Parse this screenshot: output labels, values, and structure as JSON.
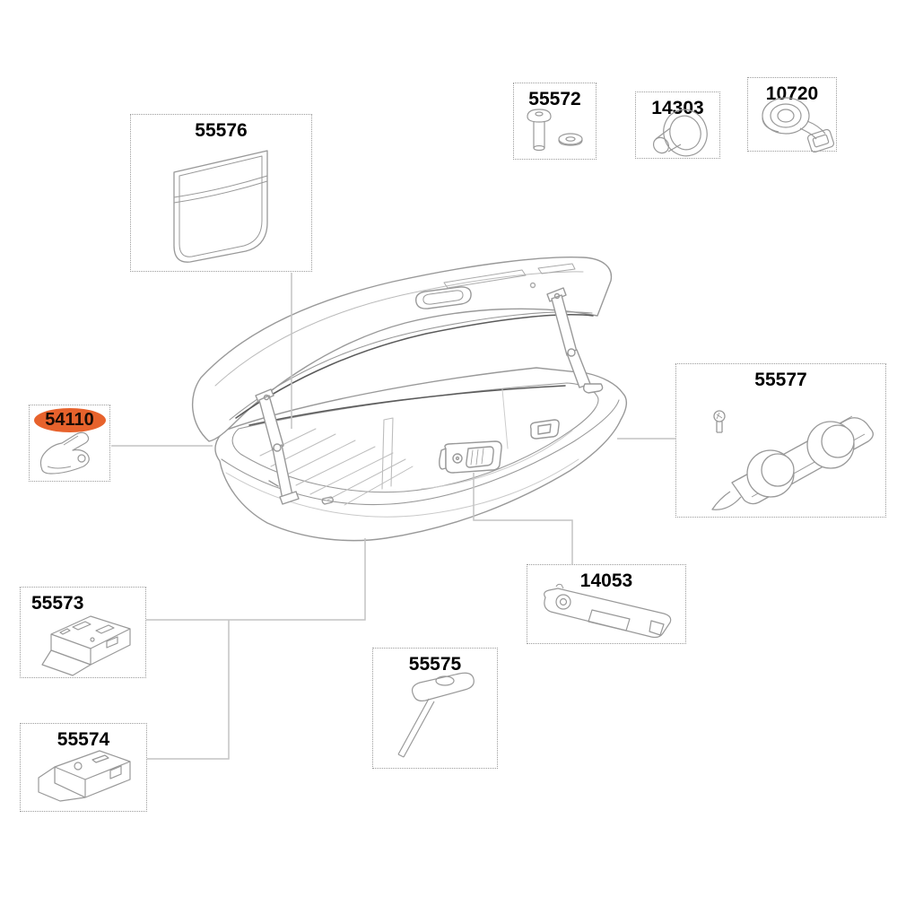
{
  "diagram_type": "exploded-parts-diagram",
  "highlighted_part": "54110",
  "colors": {
    "background": "#ffffff",
    "highlight_ellipse": "#e7622c",
    "connector_line": "#c4c4c4",
    "box_border": "#9b9b9b",
    "label_text": "#000000",
    "drawing_stroke": "#999999",
    "drawing_accent": "#5a5a5a"
  },
  "parts": {
    "55576": {
      "label": "55576",
      "highlighted": false
    },
    "55572": {
      "label": "55572",
      "highlighted": false
    },
    "14303": {
      "label": "14303",
      "highlighted": false
    },
    "10720": {
      "label": "10720",
      "highlighted": false
    },
    "54110": {
      "label": "54110",
      "highlighted": true
    },
    "55577": {
      "label": "55577",
      "highlighted": false
    },
    "55573": {
      "label": "55573",
      "highlighted": false
    },
    "55574": {
      "label": "55574",
      "highlighted": false
    },
    "14053": {
      "label": "14053",
      "highlighted": false
    },
    "55575": {
      "label": "55575",
      "highlighted": false
    }
  }
}
